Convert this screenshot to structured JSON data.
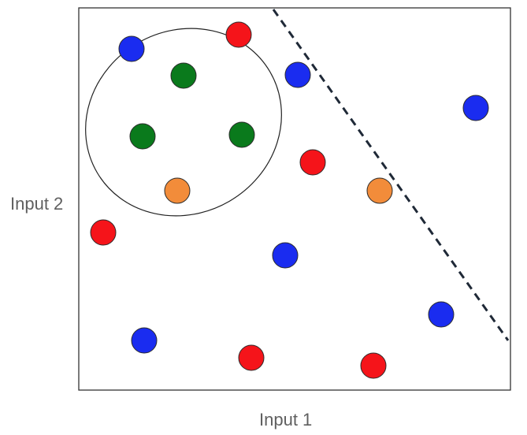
{
  "axes": {
    "x_label": "Input 1",
    "y_label": "Input 2"
  },
  "colors": {
    "frame": "#333333",
    "ellipse_stroke": "#222222",
    "decision_line": "#1f2937",
    "label_text": "#5f5f5f",
    "point_stroke": "#2b2b2b"
  },
  "classes": {
    "blue": "#1a2cf0",
    "red": "#f5141a",
    "green": "#0a7a1c",
    "orange": "#f28c3a"
  },
  "points": [
    {
      "id": "b1",
      "class": "blue"
    },
    {
      "id": "r1",
      "class": "red"
    },
    {
      "id": "g1",
      "class": "green"
    },
    {
      "id": "b2",
      "class": "blue"
    },
    {
      "id": "b3",
      "class": "blue"
    },
    {
      "id": "g2",
      "class": "green"
    },
    {
      "id": "g3",
      "class": "green"
    },
    {
      "id": "r2",
      "class": "red"
    },
    {
      "id": "o1",
      "class": "orange"
    },
    {
      "id": "o2",
      "class": "orange"
    },
    {
      "id": "r3",
      "class": "red"
    },
    {
      "id": "b4",
      "class": "blue"
    },
    {
      "id": "b5",
      "class": "blue"
    },
    {
      "id": "b6",
      "class": "blue"
    },
    {
      "id": "r4",
      "class": "red"
    },
    {
      "id": "r5",
      "class": "red"
    }
  ]
}
